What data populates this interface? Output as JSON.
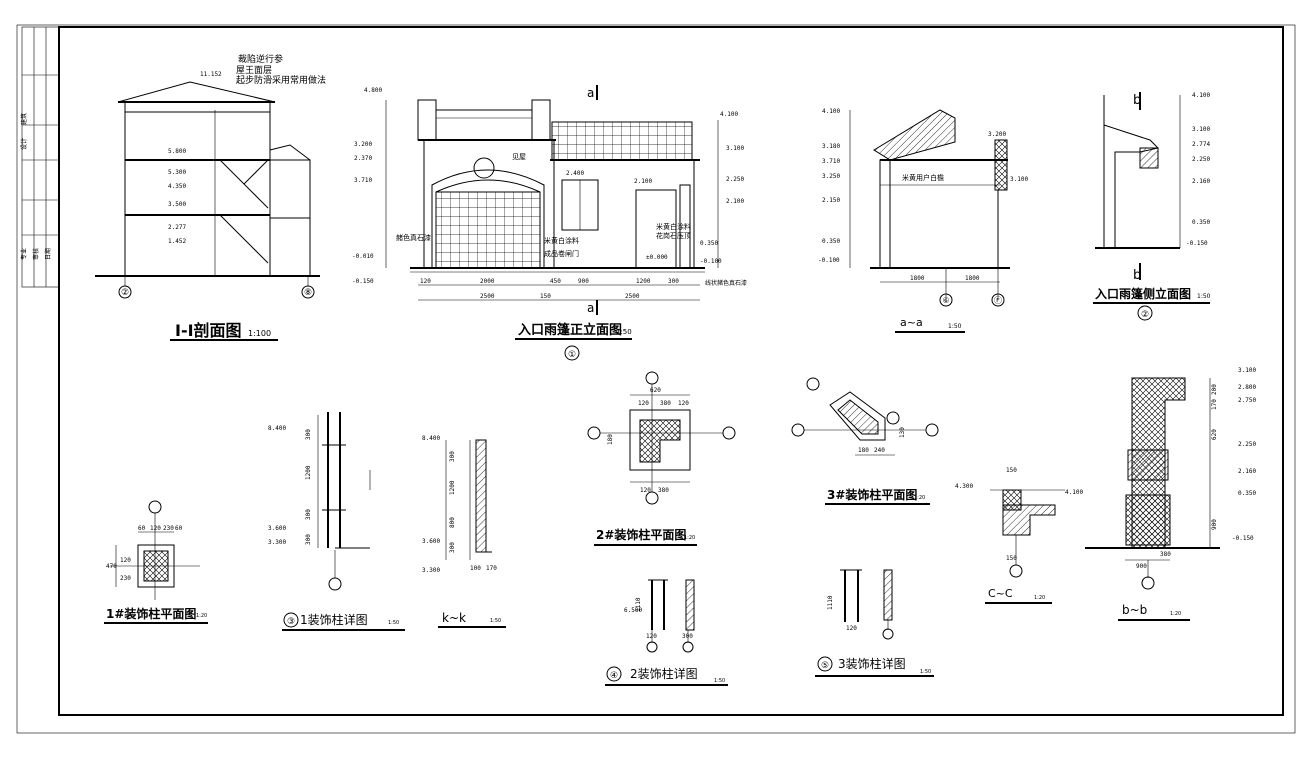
{
  "drawings": {
    "section_1": {
      "title": "I-I剖面图",
      "scale": "1:100",
      "notes": [
        "裁陷逆行参",
        "屋王面层",
        "起步防滑采用常用做法"
      ],
      "ridge_elev": "11.152",
      "axis_left": "②",
      "axis_right": "⑧",
      "elevations": [
        "5.800",
        "5.300",
        "4.350",
        "3.500",
        "2.277",
        "1.452"
      ]
    },
    "front_elevation": {
      "title": "入口雨篷正立面图",
      "scale": "1:50",
      "index": "①",
      "cut_mark": "a",
      "labels": [
        "赭色真石漆",
        "米黄白涂料",
        "成品卷闸门",
        "米黄白涂料",
        "花岗石压顶",
        "见屋",
        "线状赭色真石漆"
      ],
      "elevations": [
        "4.800",
        "3.200",
        "2.370",
        "3.710",
        "-0.010",
        "-0.150",
        "2.400",
        "2.100",
        "±0.000",
        "4.100",
        "3.100",
        "2.250",
        "2.100",
        "0.350",
        "-0.100"
      ],
      "dims_bottom": [
        "120",
        "2000",
        "450",
        "900",
        "1200",
        "300",
        "2500",
        "2500",
        "150"
      ]
    },
    "section_aa": {
      "title": "a~a",
      "scale": "1:50",
      "label": "米黄用户白檐",
      "axis_left": "⑥",
      "axis_right": "Ⓕ",
      "elevations": [
        "4.100",
        "3.180",
        "3.250",
        "3.710",
        "2.150",
        "0.350",
        "-0.100",
        "3.200",
        "3.100"
      ],
      "dims_bottom": [
        "1800",
        "1800"
      ]
    },
    "side_elevation": {
      "title": "入口雨篷侧立面图",
      "scale": "1:50",
      "index": "②",
      "cut_mark": "b",
      "elevations": [
        "4.100",
        "3.100",
        "2.774",
        "2.250",
        "2.160",
        "0.350",
        "-0.150"
      ]
    },
    "col1_plan": {
      "title": "1#装饰柱平面图",
      "scale": "1:20",
      "dims": [
        "60",
        "120",
        "230",
        "60",
        "470",
        "120",
        "230"
      ]
    },
    "col1_detail": {
      "title": "1装饰柱详图",
      "scale": "1:50",
      "index": "③",
      "elevations": [
        "8.400",
        "3.600",
        "3.300"
      ],
      "dims": [
        "300",
        "1200",
        "300",
        "300"
      ]
    },
    "kk": {
      "title": "k~k",
      "scale": "1:50",
      "elevations": [
        "8.400",
        "3.600",
        "3.300"
      ],
      "dims": [
        "300",
        "1200",
        "800",
        "300",
        "100",
        "170"
      ]
    },
    "col2_plan": {
      "title": "2#装饰柱平面图",
      "scale": "1:20",
      "dims": [
        "620",
        "120",
        "380",
        "120",
        "180",
        "120",
        "380"
      ]
    },
    "col2_detail": {
      "title": "2装饰柱详图",
      "scale": "1:50",
      "index": "④",
      "elevations": [
        "6.500"
      ],
      "dims": [
        "1110",
        "120",
        "300"
      ]
    },
    "col3_plan": {
      "title": "3#装饰柱平面图",
      "scale": "1:20",
      "dims": [
        "180",
        "240",
        "130"
      ]
    },
    "col3_detail": {
      "title": "3装饰柱详图",
      "scale": "1:50",
      "index": "⑤",
      "dims": [
        "1110",
        "120"
      ]
    },
    "section_cc": {
      "title": "C~C",
      "scale": "1:20",
      "elevations": [
        "4.300",
        "4.100"
      ],
      "dims": [
        "150",
        "150"
      ]
    },
    "section_bb": {
      "title": "b~b",
      "scale": "1:20",
      "elevations": [
        "3.100",
        "2.800",
        "2.750",
        "2.250",
        "2.160",
        "0.350",
        "-0.150"
      ],
      "dims": [
        "200",
        "170",
        "620",
        "900",
        "900",
        "380"
      ]
    }
  },
  "title_block": {
    "cells": [
      "建筑",
      "设计",
      "专业",
      "审核",
      "日期"
    ]
  }
}
